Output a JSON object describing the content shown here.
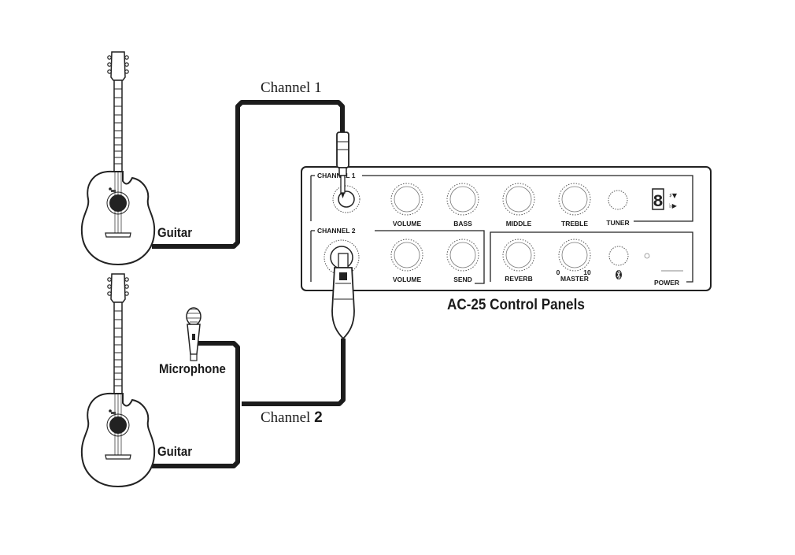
{
  "labels": {
    "channel1_cable": "Channel 1",
    "channel2_prefix": "Channel ",
    "channel2_number": "2",
    "guitar_top": "Guitar",
    "guitar_bottom": "Guitar",
    "microphone": "Microphone",
    "caption": "AC-25 Control Panels"
  },
  "panel": {
    "channel1_title": "CHANNEL 1",
    "channel2_title": "CHANNEL 2",
    "knobs_top": [
      "VOLUME",
      "BASS",
      "MIDDLE",
      "TREBLE"
    ],
    "tuner": "TUNER",
    "knobs_ch2": [
      "VOLUME",
      "SEND"
    ],
    "reverb": "REVERB",
    "master": "MASTER",
    "master_min": "0",
    "master_max": "10",
    "power": "POWER",
    "tuner_display": "8"
  },
  "colors": {
    "cable": "#1c1c1c",
    "line": "#222222"
  }
}
